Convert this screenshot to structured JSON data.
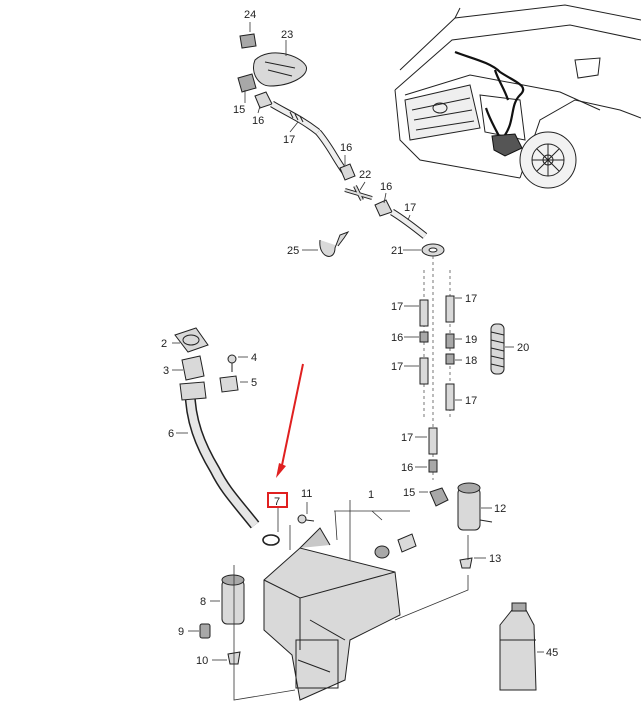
{
  "callouts": {
    "c1": "1",
    "c2": "2",
    "c3": "3",
    "c4": "4",
    "c5": "5",
    "c6": "6",
    "c7": "7",
    "c8": "8",
    "c9": "9",
    "c10": "10",
    "c11": "11",
    "c12": "12",
    "c13": "13",
    "c15a": "15",
    "c15b": "15",
    "c16a": "16",
    "c16b": "16",
    "c16c": "16",
    "c16d": "16",
    "c16e": "16",
    "c17a": "17",
    "c17b": "17",
    "c17c": "17",
    "c17d": "17",
    "c17e": "17",
    "c17f": "17",
    "c17g": "17",
    "c18": "18",
    "c19": "19",
    "c20": "20",
    "c21": "21",
    "c22": "22",
    "c23": "23",
    "c24": "24",
    "c25": "25",
    "c45": "45"
  },
  "highlight": {
    "color": "#e02020"
  }
}
